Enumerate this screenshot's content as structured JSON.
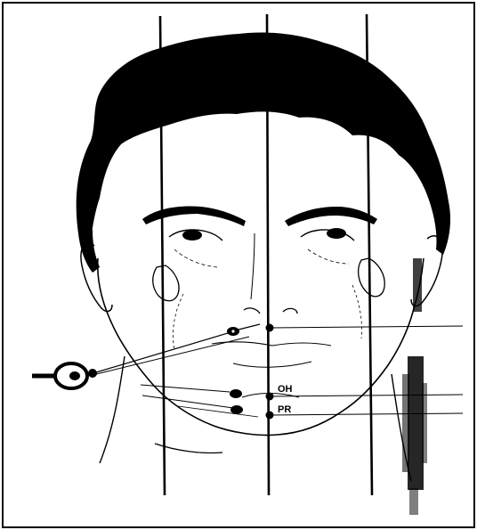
{
  "figure": {
    "labels": {
      "oh": "OH",
      "pr": "PR"
    },
    "ink_color": "#000000",
    "background_color": "#ffffff",
    "vertical_guide_lines": 3,
    "horizontal_guide_lines": 3,
    "marked_points": 6
  }
}
